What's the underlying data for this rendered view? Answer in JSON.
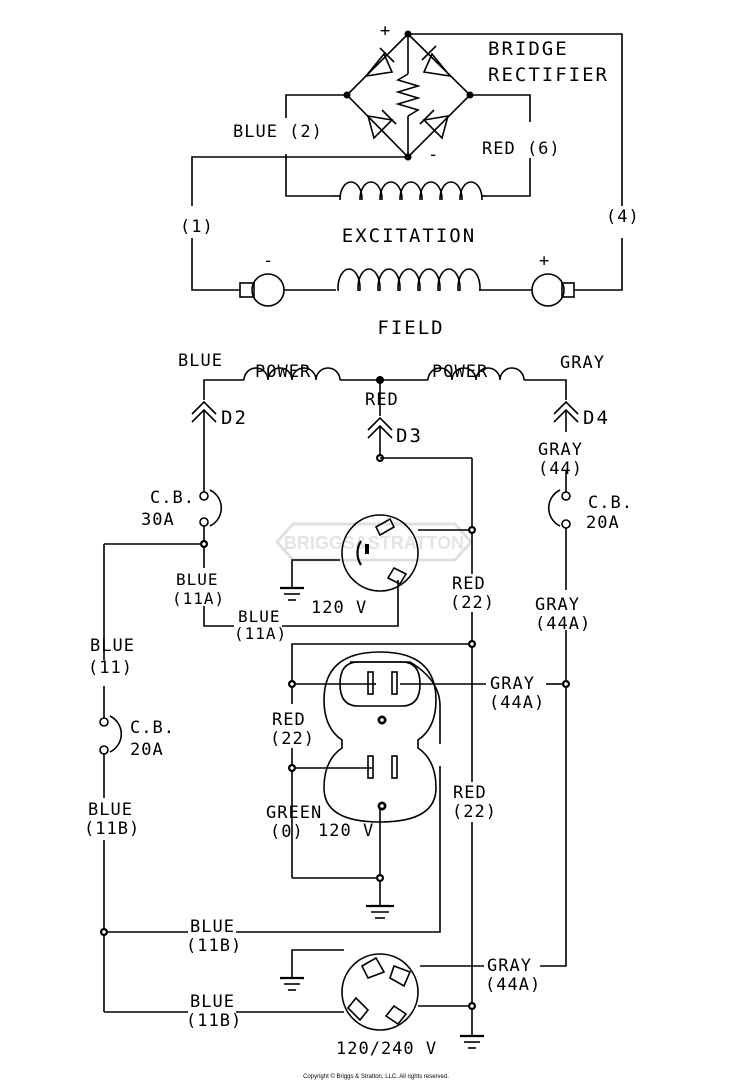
{
  "rectifier": {
    "title_line1": "BRIDGE",
    "title_line2": "RECTIFIER",
    "plus": "+",
    "minus": "-"
  },
  "excitation": {
    "label": "EXCITATION",
    "lead_left": "BLUE (2)",
    "lead_right": "RED (6)",
    "lead_1": "(1)",
    "lead_4": "(4)"
  },
  "field": {
    "label": "FIELD",
    "minus": "-",
    "plus": "+"
  },
  "power_windings": {
    "left_label": "POWER",
    "right_label": "POWER",
    "left_lead": "BLUE",
    "center_lead": "RED",
    "right_lead": "GRAY"
  },
  "connectors": {
    "d2": "D2",
    "d3": "D3",
    "d4": "D4"
  },
  "breakers": {
    "cb30": {
      "line1": "C.B.",
      "line2": "30A"
    },
    "cb20_right": {
      "line1": "C.B.",
      "line2": "20A"
    },
    "cb20_left": {
      "line1": "C.B.",
      "line2": "20A"
    }
  },
  "wires": {
    "gray_44": [
      "GRAY",
      "(44)"
    ],
    "blue_11a_top": [
      "BLUE",
      "(11A)"
    ],
    "blue_11a_bottom": [
      "BLUE",
      "(11A)"
    ],
    "red_22_top": [
      "RED",
      "(22)"
    ],
    "gray_44a_top": [
      "GRAY",
      "(44A)"
    ],
    "blue_11": [
      "BLUE",
      "(11)"
    ],
    "gray_44a_mid": [
      "GRAY",
      "(44A)"
    ],
    "red_22_left": [
      "RED",
      "(22)"
    ],
    "blue_11b_left": [
      "BLUE",
      "(11B)"
    ],
    "green_0": [
      "GREEN",
      "(0)"
    ],
    "red_22_right": [
      "RED",
      "(22)"
    ],
    "blue_11b_mid": [
      "BLUE",
      "(11B)"
    ],
    "gray_44a_bottom": [
      "GRAY",
      "(44A)"
    ],
    "blue_11b_bottom": [
      "BLUE",
      "(11B)"
    ]
  },
  "outlets": {
    "twist_lock_120": "120 V",
    "duplex_120": "120 V",
    "twist_lock_120_240": "120/240 V"
  },
  "watermark": "BRIGGS&STRATTON",
  "copyright": "Copyright © Briggs & Stratton, LLC. All rights reserved."
}
